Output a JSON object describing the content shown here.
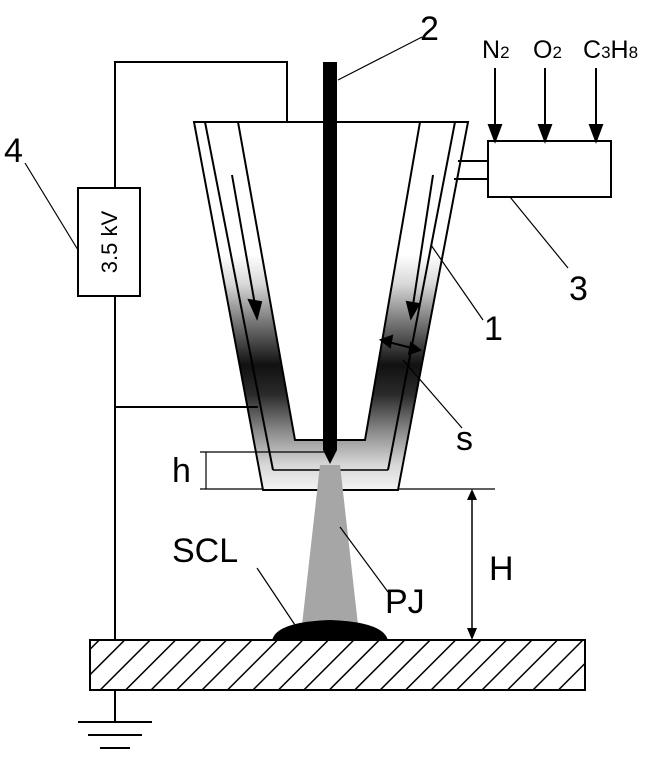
{
  "labels": {
    "nozzle": "1",
    "electrode": "2",
    "mixer": "3",
    "power_supply": "4",
    "gap": "s",
    "electrode_recess": "h",
    "distance": "H",
    "plasma_jet": "PJ",
    "layer": "SCL"
  },
  "gases": {
    "g1_main": "N",
    "g1_sub": "2",
    "g2_main": "O",
    "g2_sub": "2",
    "g3_c": "C",
    "g3_c_sub": "3",
    "g3_h": "H",
    "g3_h_sub": "8"
  },
  "voltage": "3.5 kV",
  "colors": {
    "stroke": "#000000",
    "jet": "#a6a6a6",
    "layer": "#000000",
    "background": "#ffffff"
  }
}
